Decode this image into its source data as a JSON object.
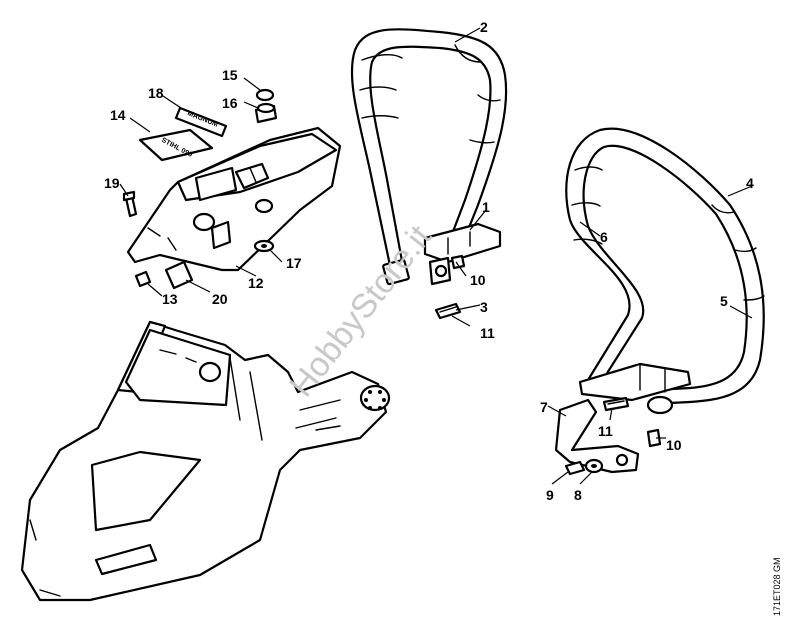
{
  "diagram": {
    "watermark": "HobbyStore.it",
    "doc_reference": "171ET028 GM",
    "decal_stihl_text": "STIHL 090",
    "decal_magnum_text": "MAGNUM",
    "callouts": [
      {
        "id": "c1",
        "text": "1"
      },
      {
        "id": "c2",
        "text": "2"
      },
      {
        "id": "c3",
        "text": "3"
      },
      {
        "id": "c4",
        "text": "4"
      },
      {
        "id": "c5",
        "text": "5"
      },
      {
        "id": "c6",
        "text": "6"
      },
      {
        "id": "c7",
        "text": "7"
      },
      {
        "id": "c8",
        "text": "8"
      },
      {
        "id": "c9",
        "text": "9"
      },
      {
        "id": "c10a",
        "text": "10"
      },
      {
        "id": "c10b",
        "text": "10"
      },
      {
        "id": "c11a",
        "text": "11"
      },
      {
        "id": "c11b",
        "text": "11"
      },
      {
        "id": "c12",
        "text": "12"
      },
      {
        "id": "c13",
        "text": "13"
      },
      {
        "id": "c14",
        "text": "14"
      },
      {
        "id": "c15",
        "text": "15"
      },
      {
        "id": "c16",
        "text": "16"
      },
      {
        "id": "c17",
        "text": "17"
      },
      {
        "id": "c18",
        "text": "18"
      },
      {
        "id": "c19",
        "text": "19"
      },
      {
        "id": "c20",
        "text": "20"
      }
    ]
  }
}
